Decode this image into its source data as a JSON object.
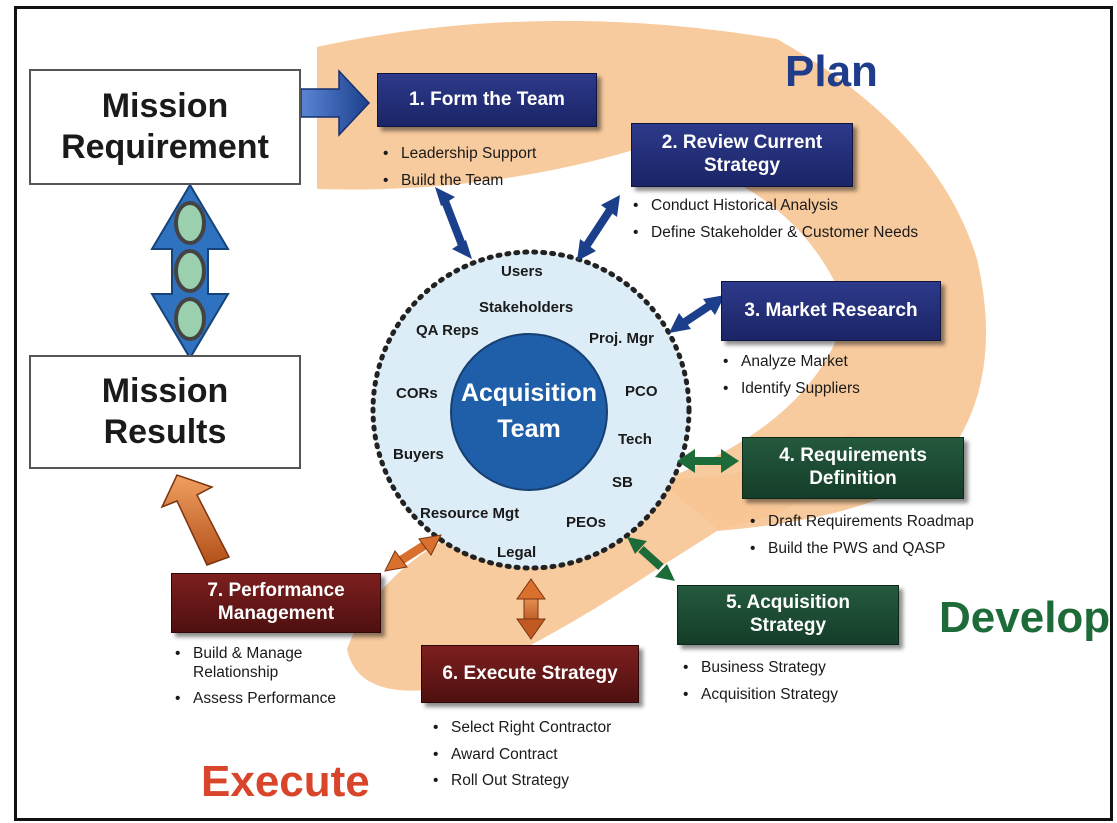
{
  "mission_requirement": "Mission\nRequirement",
  "mission_results": "Mission\nResults",
  "phases": {
    "plan": "Plan",
    "develop": "Develop",
    "execute": "Execute"
  },
  "colors": {
    "plan": "#1f3d8a",
    "develop": "#1e6b3a",
    "execute": "#d9452a",
    "band": "#f7c594",
    "team_ring": "#dcedf8",
    "team_core": "#1f5ea8"
  },
  "acquisition_team": {
    "label": "Acquisition\nTeam",
    "members": [
      "Users",
      "Stakeholders",
      "QA Reps",
      "Proj. Mgr",
      "CORs",
      "PCO",
      "Tech",
      "Buyers",
      "SB",
      "Resource Mgt",
      "PEOs",
      "Legal"
    ]
  },
  "steps": [
    {
      "title": "1.  Form the Team",
      "bullets": [
        "Leadership Support",
        "Build the Team"
      ]
    },
    {
      "title": "2.  Review Current\nStrategy",
      "bullets": [
        "Conduct Historical Analysis",
        "Define Stakeholder & Customer Needs"
      ]
    },
    {
      "title": "3.  Market Research",
      "bullets": [
        "Analyze Market",
        "Identify Suppliers"
      ]
    },
    {
      "title": "4.  Requirements\nDefinition",
      "bullets": [
        "Draft Requirements Roadmap",
        "Build the PWS and QASP"
      ]
    },
    {
      "title": "5.  Acquisition\nStrategy",
      "bullets": [
        "Business Strategy",
        "Acquisition Strategy"
      ]
    },
    {
      "title": "6.  Execute Strategy",
      "bullets": [
        "Select Right Contractor",
        "Award Contract",
        "Roll Out Strategy"
      ]
    },
    {
      "title": "7.  Performance\nManagement",
      "bullets": [
        "Build & Manage\nRelationship",
        "Assess Performance"
      ]
    }
  ]
}
